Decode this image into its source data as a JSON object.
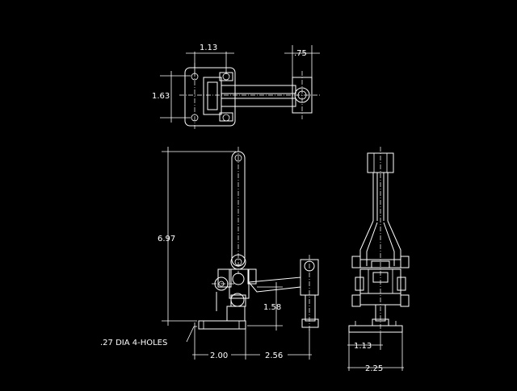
{
  "drawing": {
    "background": "#000000",
    "line_color": "#ffffff",
    "dimensions": {
      "top_width": "1.13",
      "top_right": ".75",
      "top_height": "1.63",
      "side_height": "6.97",
      "base_height": "1.58",
      "hole_callout": ".27 DIA 4-HOLES",
      "base_left": "2.00",
      "base_right": "2.56",
      "end_inner": "1.13",
      "end_outer": "2.25"
    }
  }
}
